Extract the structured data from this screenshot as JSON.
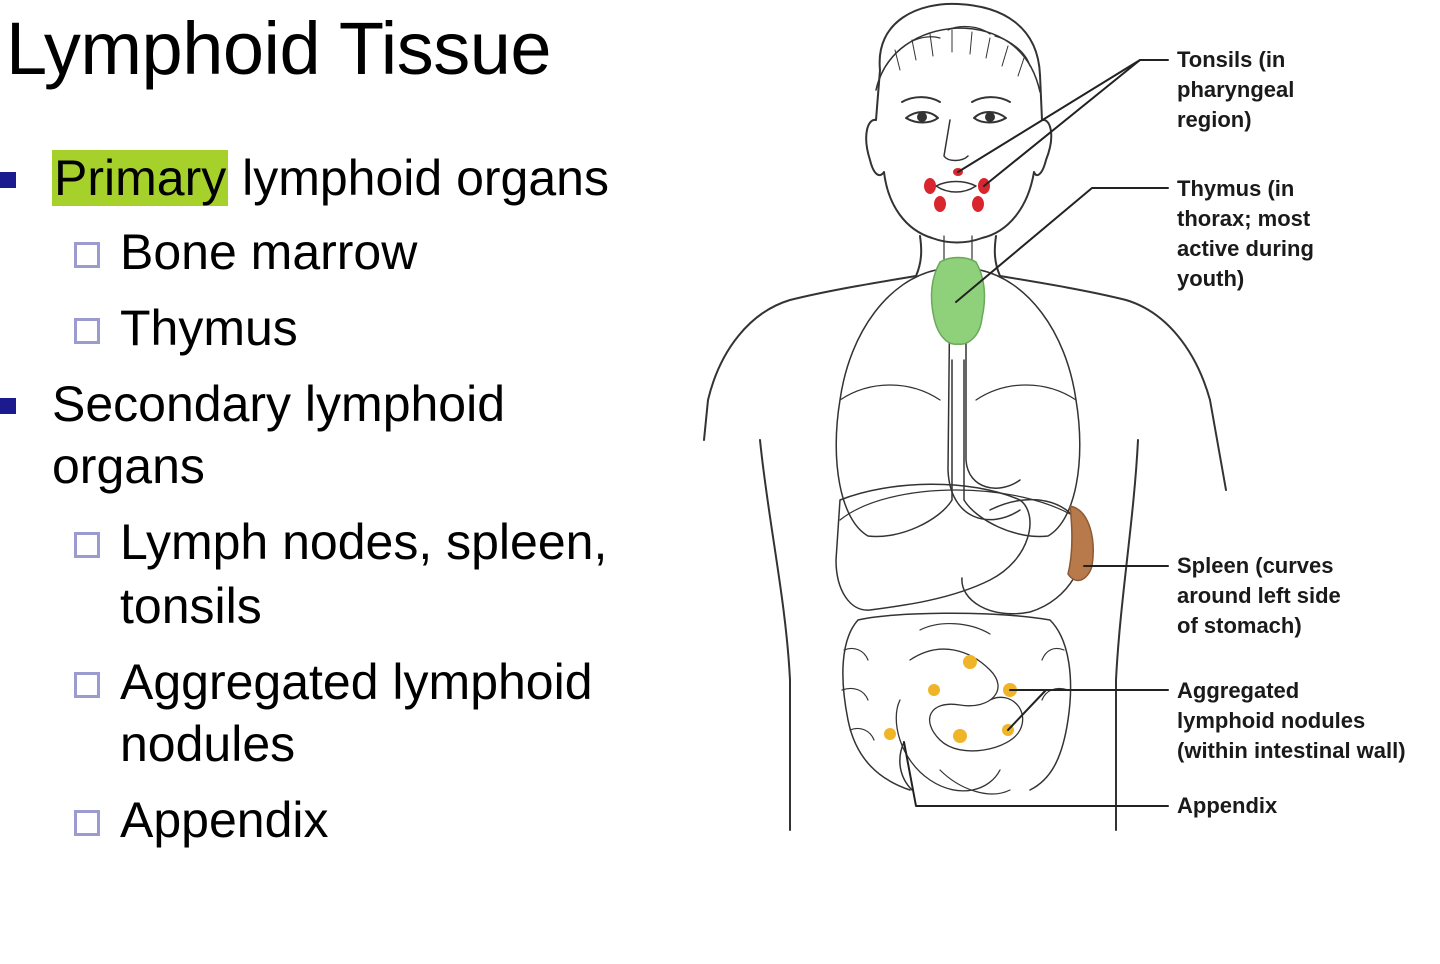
{
  "title": "Lymphoid Tissue",
  "bullets": {
    "primary": {
      "highlight": "Primary",
      "rest": " lymphoid organs",
      "items": [
        "Bone marrow",
        "Thymus"
      ]
    },
    "secondary": {
      "line1": "Secondary lymphoid",
      "line2": "organs",
      "items": [
        {
          "line1": "Lymph nodes, spleen,",
          "line2": "tonsils"
        },
        {
          "line1": "Aggregated lymphoid",
          "line2": "nodules"
        },
        {
          "line1": "Appendix"
        }
      ]
    }
  },
  "figure": {
    "callouts": {
      "tonsils": [
        "Tonsils (in",
        "pharyngeal",
        "region)"
      ],
      "thymus": [
        "Thymus (in",
        "thorax; most",
        "active during",
        "youth)"
      ],
      "spleen": [
        "Spleen (curves",
        "around left side",
        "of stomach)"
      ],
      "aggregated": [
        "Aggregated",
        "lymphoid nodules",
        "(within intestinal wall)"
      ],
      "appendix": [
        "Appendix"
      ]
    }
  },
  "colors": {
    "highlight": "#a6d12a",
    "bullet_marker": "#1b1b8f",
    "checkbox_border": "#9b9bcf",
    "tonsils": "#d9262e",
    "thymus": "#8fd17a",
    "spleen": "#b87a4b",
    "nodules": "#f0b428"
  }
}
